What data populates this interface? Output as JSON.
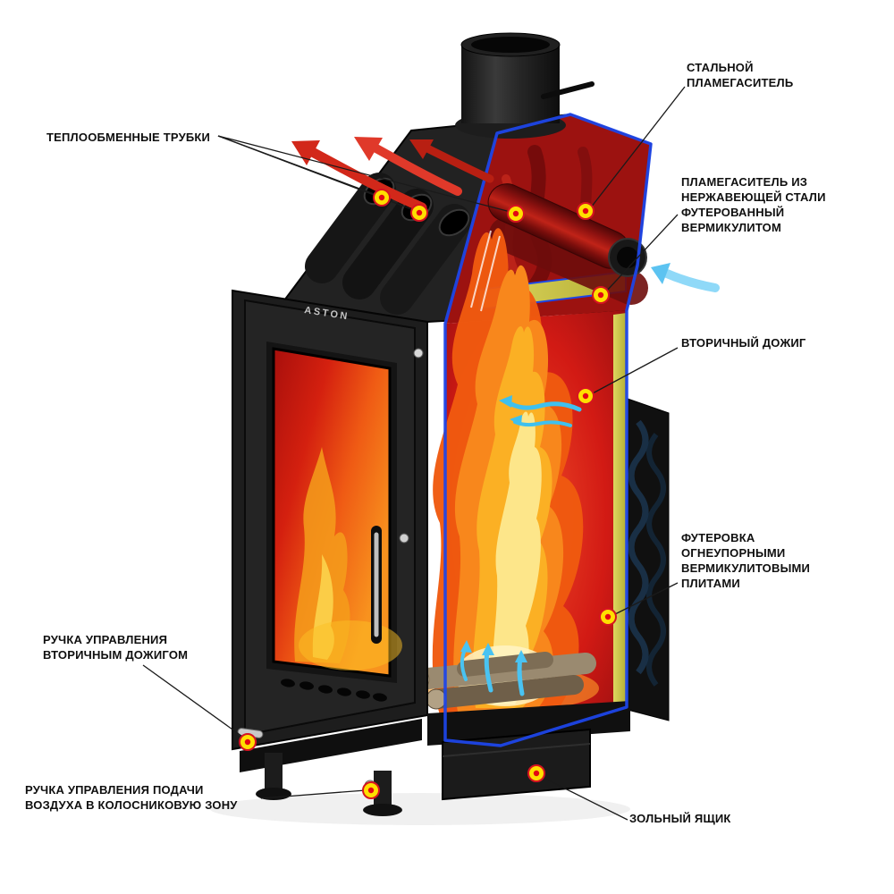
{
  "brand": {
    "logo_text": "ASTON"
  },
  "labels": {
    "heat_exchange_tubes": "ТЕПЛООБМЕННЫЕ ТРУБКИ",
    "steel_flame_arrester": "СТАЛЬНОЙ\nПЛАМЕГАСИТЕЛЬ",
    "stainless_flame_arrester": "ПЛАМЕГАСИТЕЛЬ ИЗ\nНЕРЖАВЕЮЩЕЙ СТАЛИ\nФУТЕРОВАННЫЙ\nВЕРМИКУЛИТОМ",
    "secondary_afterburn": "ВТОРИЧНЫЙ ДОЖИГ",
    "vermiculite_lining": "ФУТЕРОВКА\nОГНЕУПОРНЫМИ\nВЕРМИКУЛИТОВЫМИ\nПЛИТАМИ",
    "secondary_burn_handle": "РУЧКА УПРАВЛЕНИЯ\nВТОРИЧНЫМ ДОЖИГОМ",
    "grate_air_handle": "РУЧКА УПРАВЛЕНИЯ ПОДАЧИ\nВОЗДУХА В КОЛОСНИКОВУЮ ЗОНУ",
    "ash_box": "ЗОЛЬНЫЙ ЯЩИК"
  },
  "colors": {
    "cut_outline_blue": "#1D46E8",
    "interior_red": "#D21A14",
    "vermiculite_yellow": "#D6CE4C",
    "flame_orange": "#F57F1C",
    "cold_air_blue": "#5CC3F1",
    "hot_air_red": "#D2281A",
    "marker_yellow": "#FFDF00",
    "marker_red": "#E30613"
  }
}
